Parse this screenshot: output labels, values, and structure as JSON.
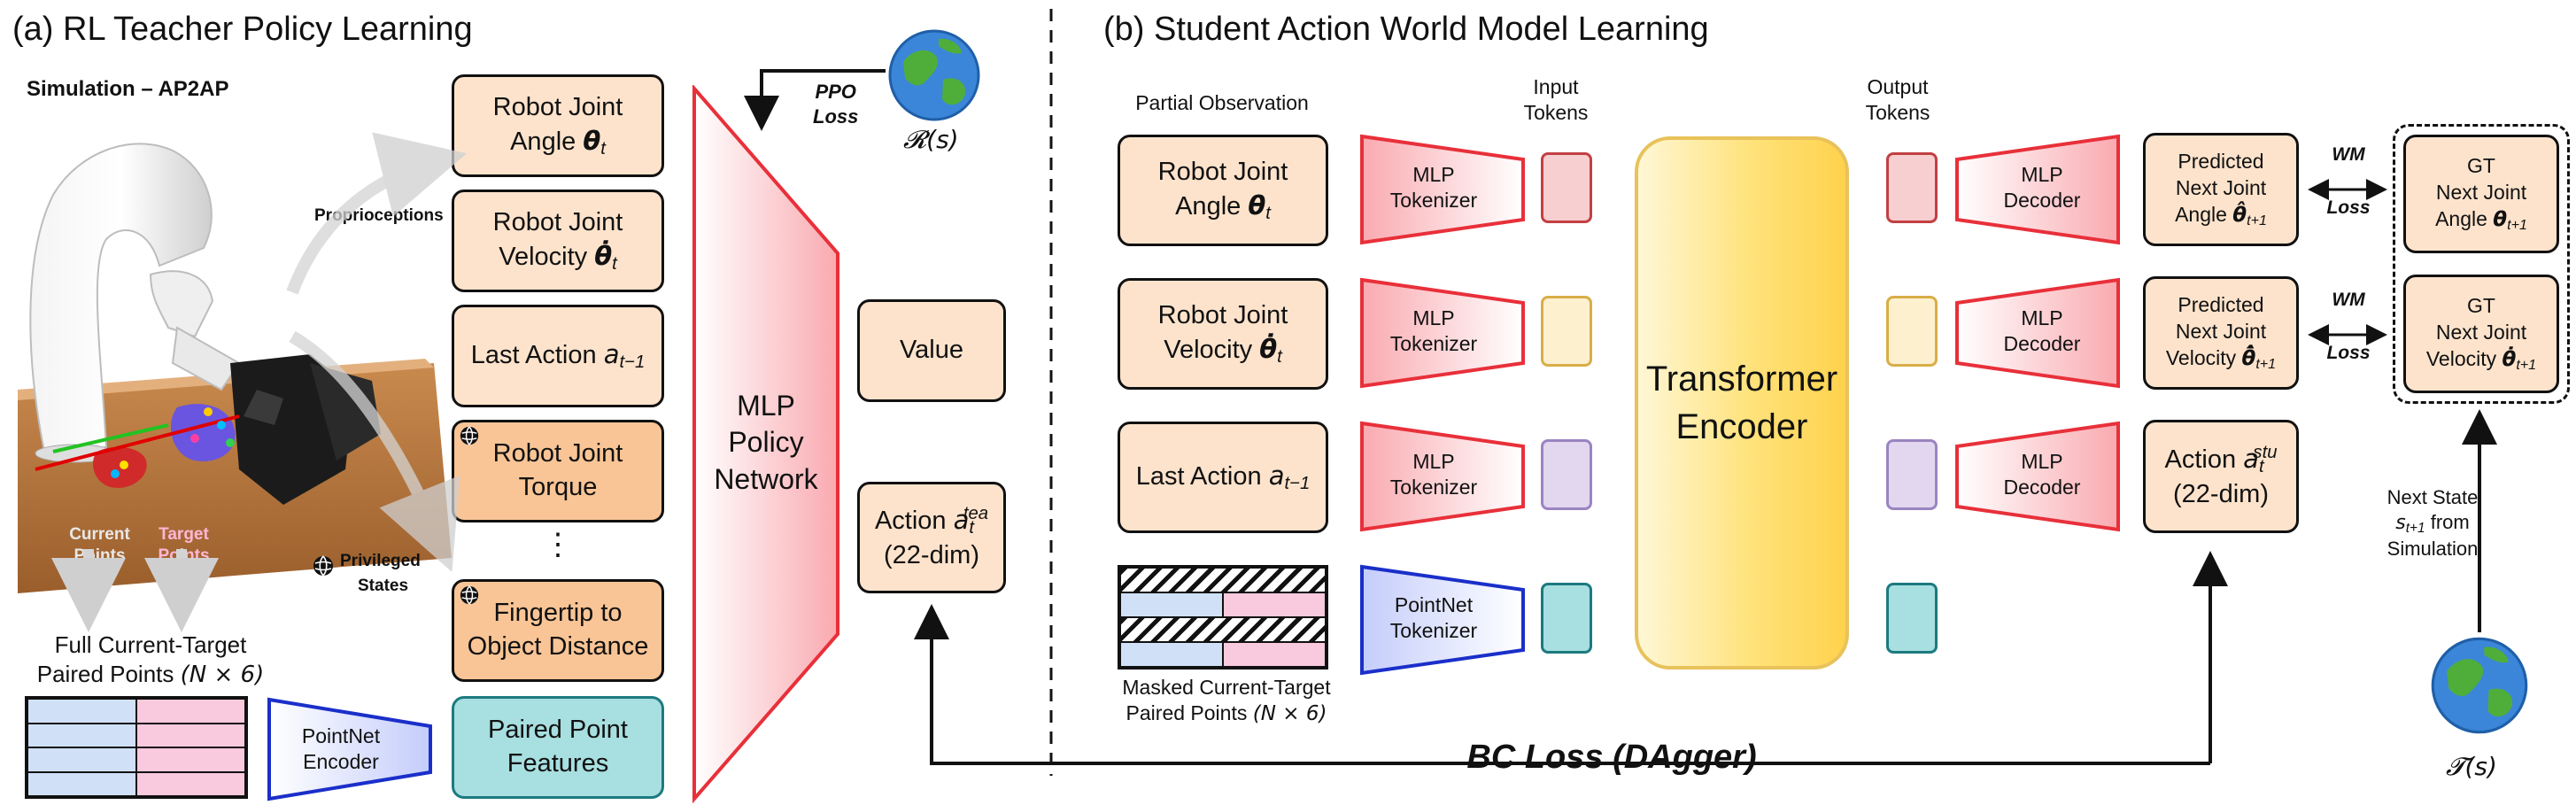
{
  "panel_a": {
    "title": "(a) RL Teacher Policy Learning",
    "sim_label": "Simulation – AP2AP",
    "proprio_label": "Proprioceptions",
    "priv_label_1": "Privileged",
    "priv_label_2": "States",
    "current_points": "Current Points",
    "target_points": "Target Points",
    "full_points_1": "Full Current-Target",
    "full_points_2": "Paired Points",
    "full_points_math": "(N × 6)",
    "inputs": [
      {
        "l1": "Robot Joint",
        "l2": "Angle",
        "var": "θ",
        "sub": "t"
      },
      {
        "l1": "Robot Joint",
        "l2": "Velocity",
        "var": "θ̇",
        "sub": "t"
      },
      {
        "l1": "Last Action",
        "var": "a",
        "sub": "t−1"
      },
      {
        "l1": "Robot Joint",
        "l2": "Torque"
      },
      {
        "l1": "Fingertip to",
        "l2": "Object Distance"
      },
      {
        "l1": "Paired Point",
        "l2": "Features"
      }
    ],
    "dots": "⋮",
    "encoder_label_1": "PointNet",
    "encoder_label_2": "Encoder",
    "policy_1": "MLP",
    "policy_2": "Policy",
    "policy_3": "Network",
    "ppo_1": "PPO",
    "ppo_2": "Loss",
    "reward": "𝓡(s)",
    "value": "Value",
    "action_1": "Action",
    "action_var": "a",
    "action_sub": "t",
    "action_sup": "tea",
    "action_dim": "(22-dim)"
  },
  "panel_b": {
    "title": "(b) Student Action World Model Learning",
    "partial_obs": "Partial Observation",
    "input_tokens_1": "Input",
    "input_tokens_2": "Tokens",
    "output_tokens_1": "Output",
    "output_tokens_2": "Tokens",
    "inputs": [
      {
        "l1": "Robot Joint",
        "l2": "Angle",
        "var": "θ",
        "sub": "t"
      },
      {
        "l1": "Robot Joint",
        "l2": "Velocity",
        "var": "θ̇",
        "sub": "t"
      },
      {
        "l1": "Last Action",
        "var": "a",
        "sub": "t−1"
      }
    ],
    "masked_1": "Masked Current-Target",
    "masked_2": "Paired Points",
    "masked_math": "(N × 6)",
    "tokenizers": [
      {
        "l1": "MLP",
        "l2": "Tokenizer"
      },
      {
        "l1": "MLP",
        "l2": "Tokenizer"
      },
      {
        "l1": "MLP",
        "l2": "Tokenizer"
      },
      {
        "l1": "PointNet",
        "l2": "Tokenizer"
      }
    ],
    "transformer_1": "Transformer",
    "transformer_2": "Encoder",
    "decoders": [
      {
        "l1": "MLP",
        "l2": "Decoder"
      },
      {
        "l1": "MLP",
        "l2": "Decoder"
      },
      {
        "l1": "MLP",
        "l2": "Decoder"
      }
    ],
    "predicted": [
      {
        "l1": "Predicted",
        "l2": "Next Joint",
        "l3": "Angle",
        "var": "θ̂",
        "sub": "t+1"
      },
      {
        "l1": "Predicted",
        "l2": "Next Joint",
        "l3": "Velocity",
        "var": "θ̂̇",
        "sub": "t+1"
      }
    ],
    "action_1": "Action",
    "action_var": "a",
    "action_sub": "t",
    "action_sup": "stu",
    "action_dim": "(22-dim)",
    "wm_1": "WM",
    "wm_2": "Loss",
    "gt": [
      {
        "l1": "GT",
        "l2": "Next Joint",
        "l3": "Angle",
        "var": "θ",
        "sub": "t+1"
      },
      {
        "l1": "GT",
        "l2": "Next Joint",
        "l3": "Velocity",
        "var": "θ̇",
        "sub": "t+1"
      }
    ],
    "next_state_1": "Next State",
    "next_state_var": "s",
    "next_state_sub": "t+1",
    "next_state_2": "from",
    "next_state_3": "Simulation",
    "transition": "𝓣(s)"
  },
  "bc_loss": "BC Loss (DAgger)",
  "colors": {
    "red": "#e8303a",
    "blue": "#1a2fc9",
    "peach": "#fde3cc",
    "orange": "#f9c596",
    "teal": "#a8dfe0",
    "gold": "#ffd24d"
  }
}
